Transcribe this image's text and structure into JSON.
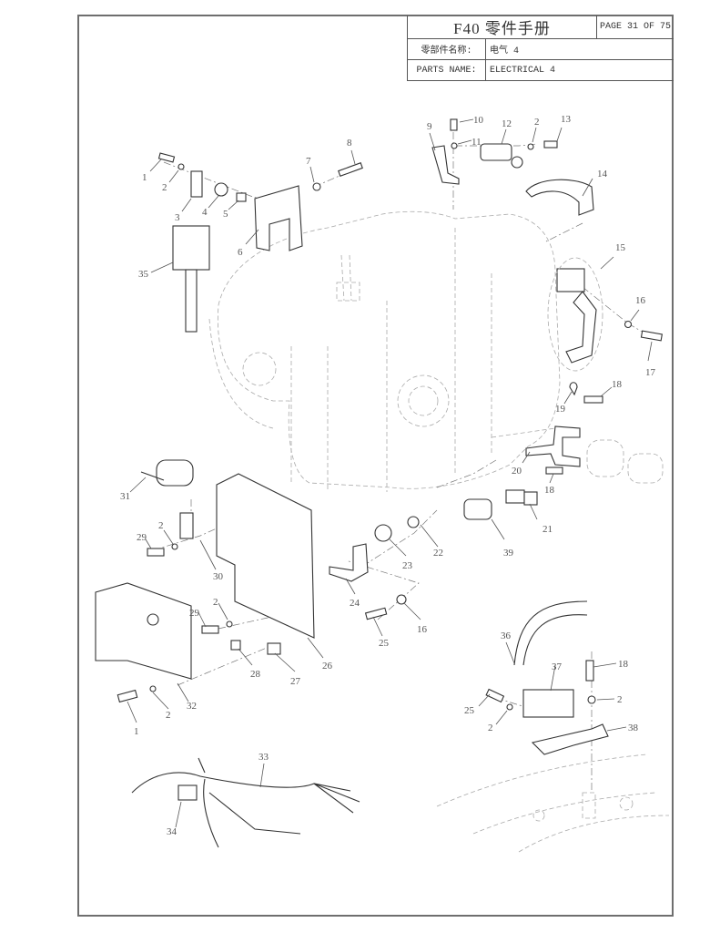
{
  "header": {
    "title": "F40 零件手册",
    "page": "PAGE 31 OF 75",
    "part_name_label_cn": "零部件名称:",
    "part_name_value_cn": "电气 4",
    "part_name_label_en": "PARTS NAME:",
    "part_name_value_en": "ELECTRICAL 4"
  },
  "diagram": {
    "subject": "Exploded view – electrical components 4 (engine block)",
    "callouts": [
      {
        "id": "c1a",
        "label": "1"
      },
      {
        "id": "c2a",
        "label": "2"
      },
      {
        "id": "c3",
        "label": "3"
      },
      {
        "id": "c4",
        "label": "4"
      },
      {
        "id": "c5",
        "label": "5"
      },
      {
        "id": "c6",
        "label": "6"
      },
      {
        "id": "c7",
        "label": "7"
      },
      {
        "id": "c8",
        "label": "8"
      },
      {
        "id": "c9",
        "label": "9"
      },
      {
        "id": "c10",
        "label": "10"
      },
      {
        "id": "c11",
        "label": "11"
      },
      {
        "id": "c12",
        "label": "12"
      },
      {
        "id": "c2b",
        "label": "2"
      },
      {
        "id": "c13",
        "label": "13"
      },
      {
        "id": "c14",
        "label": "14"
      },
      {
        "id": "c15",
        "label": "15"
      },
      {
        "id": "c16a",
        "label": "16"
      },
      {
        "id": "c17",
        "label": "17"
      },
      {
        "id": "c18a",
        "label": "18"
      },
      {
        "id": "c19",
        "label": "19"
      },
      {
        "id": "c20",
        "label": "20"
      },
      {
        "id": "c18b",
        "label": "18"
      },
      {
        "id": "c21",
        "label": "21"
      },
      {
        "id": "c35",
        "label": "35"
      },
      {
        "id": "c31",
        "label": "31"
      },
      {
        "id": "c2c",
        "label": "2"
      },
      {
        "id": "c29a",
        "label": "29"
      },
      {
        "id": "c30",
        "label": "30"
      },
      {
        "id": "c22",
        "label": "22"
      },
      {
        "id": "c23",
        "label": "23"
      },
      {
        "id": "c39",
        "label": "39"
      },
      {
        "id": "c24",
        "label": "24"
      },
      {
        "id": "c16b",
        "label": "16"
      },
      {
        "id": "c25a",
        "label": "25"
      },
      {
        "id": "c29b",
        "label": "29"
      },
      {
        "id": "c2d",
        "label": "2"
      },
      {
        "id": "c28",
        "label": "28"
      },
      {
        "id": "c27",
        "label": "27"
      },
      {
        "id": "c26",
        "label": "26"
      },
      {
        "id": "c32",
        "label": "32"
      },
      {
        "id": "c2e",
        "label": "2"
      },
      {
        "id": "c1b",
        "label": "1"
      },
      {
        "id": "c36",
        "label": "36"
      },
      {
        "id": "c37",
        "label": "37"
      },
      {
        "id": "c18c",
        "label": "18"
      },
      {
        "id": "c2f",
        "label": "2"
      },
      {
        "id": "c25b",
        "label": "25"
      },
      {
        "id": "c2g",
        "label": "2"
      },
      {
        "id": "c38",
        "label": "38"
      },
      {
        "id": "c33",
        "label": "33"
      },
      {
        "id": "c34",
        "label": "34"
      }
    ]
  }
}
